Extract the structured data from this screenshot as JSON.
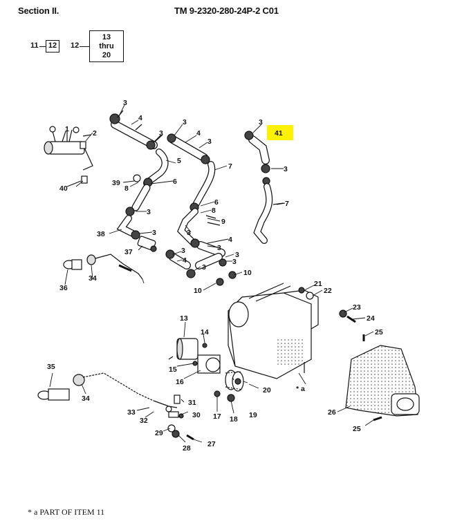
{
  "header": {
    "section": "Section II.",
    "tm_number": "TM 9-2320-280-24P-2  C01"
  },
  "figure_keys": [
    {
      "lead": "11",
      "box": "12"
    },
    {
      "lead": "12",
      "box": "13\nthru\n20"
    }
  ],
  "callouts": {
    "c1": "1",
    "c2": "2",
    "c3": "3",
    "c4": "4",
    "c5": "5",
    "c6": "6",
    "c7": "7",
    "c8": "8",
    "c9": "9",
    "c10": "10",
    "c13": "13",
    "c14": "14",
    "c15": "15",
    "c16": "16",
    "c17": "17",
    "c18": "18",
    "c19": "19",
    "c20": "20",
    "c21": "21",
    "c22": "22",
    "c23": "23",
    "c24": "24",
    "c25": "25",
    "c26": "26",
    "c27": "27",
    "c28": "28",
    "c29": "29",
    "c30": "30",
    "c31": "31",
    "c32": "32",
    "c33": "33",
    "c34": "34",
    "c35": "35",
    "c36": "36",
    "c37": "37",
    "c38": "38",
    "c39": "39",
    "c40": "40",
    "c41": "41",
    "note_marker": "* a"
  },
  "highlight": {
    "label": "41",
    "color": "#FFF200"
  },
  "footnote": {
    "text": "* a   PART OF ITEM 11"
  }
}
